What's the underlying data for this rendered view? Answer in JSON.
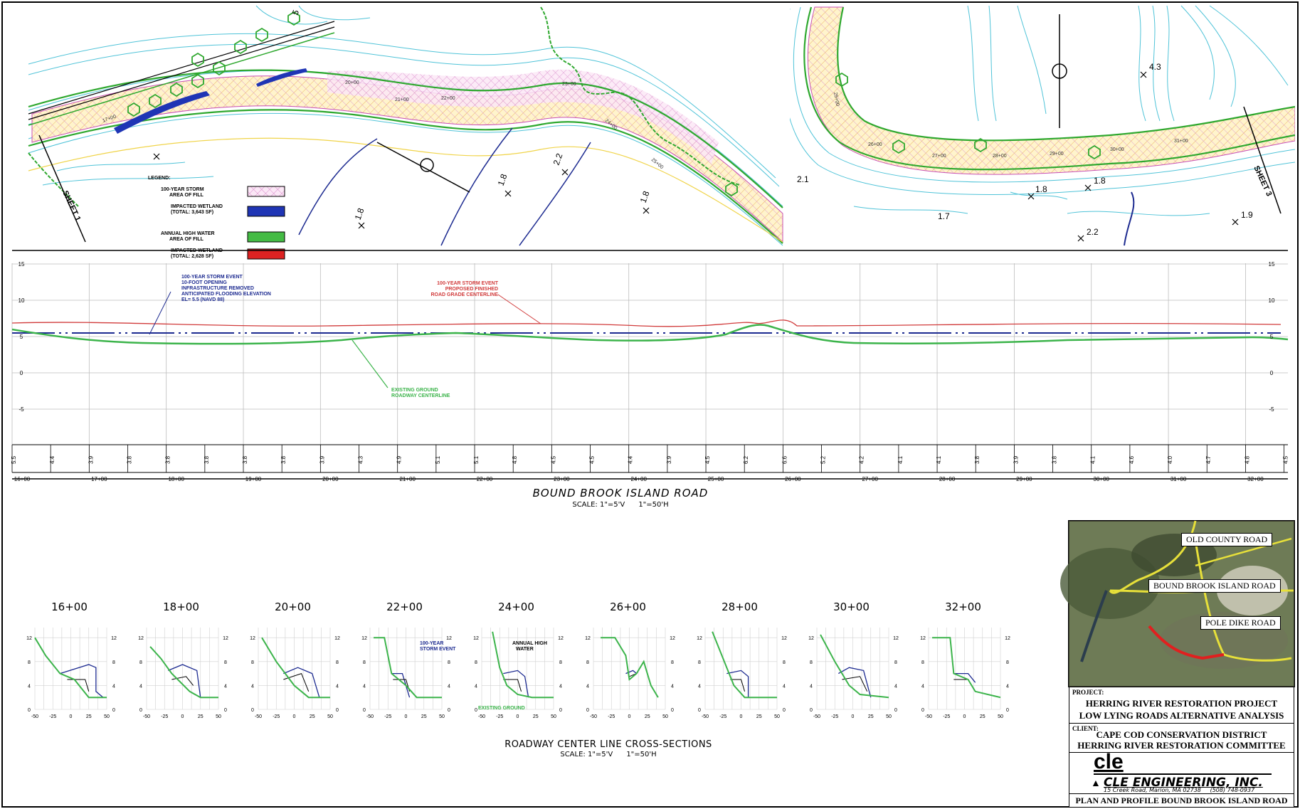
{
  "plan": {
    "left_sheet_label": "SHEET 1",
    "right_sheet_label": "SHEET 3",
    "spots_left": [
      "1.8",
      "1.8",
      "2.2",
      "1.8",
      "5"
    ],
    "spots_right": [
      "4.3",
      "2.1",
      "1.8",
      "1.8",
      "1.7",
      "2.2",
      "1.9"
    ],
    "stations_left": [
      "17+00",
      "20+00",
      "21+00",
      "22+00",
      "23+00",
      "24+00",
      "25+00"
    ],
    "stations_right": [
      "25+00",
      "26+00",
      "27+00",
      "28+00",
      "29+00",
      "30+00",
      "31+00"
    ]
  },
  "legend": {
    "title": "LEGEND:",
    "items": [
      {
        "label": "100-YEAR STORM\nAREA OF FILL",
        "color": "#e8a6d8"
      },
      {
        "label": "IMPACTED WETLAND\n(TOTAL: 3,643 SF)",
        "color": "#2233aa"
      },
      {
        "label": "ANNUAL HIGH WATER\nAREA OF FILL",
        "color": "#44bb44"
      },
      {
        "label": "IMPACTED WETLAND\n(TOTAL: 2,628 SF)",
        "color": "#dd2222"
      }
    ]
  },
  "profile": {
    "title": "BOUND BROOK ISLAND ROAD",
    "scale": "SCALE: 1\"=5'V      1\"=50'H",
    "y_ticks": [
      "15",
      "10",
      "5",
      "0",
      "-5"
    ],
    "note_blue": "100-YEAR STORM EVENT\n10-FOOT OPENING\nINFRASTRUCTURE REMOVED\nANTICIPATED FLOODING ELEVATION\nEL= 5.5 (NAVD 88)",
    "note_red": "100-YEAR STORM EVENT\nPROPOSED FINISHED\nROAD GRADE CENTERLINE",
    "note_green": "EXISTING GROUND\nROADWAY CENTERLINE",
    "stations": [
      "16+00",
      "17+00",
      "18+00",
      "19+00",
      "20+00",
      "21+00",
      "22+00",
      "23+00",
      "24+00",
      "25+00",
      "26+00",
      "27+00",
      "28+00",
      "29+00",
      "30+00",
      "31+00",
      "32+00"
    ],
    "elevations": [
      "5.5",
      "4.4",
      "3.9",
      "3.8",
      "3.8",
      "3.8",
      "3.8",
      "3.8",
      "3.9",
      "4.3",
      "4.9",
      "5.1",
      "5.1",
      "4.8",
      "4.5",
      "4.5",
      "4.4",
      "3.9",
      "4.5",
      "6.2",
      "6.6",
      "5.2",
      "4.2",
      "4.1",
      "4.1",
      "3.8",
      "3.9",
      "3.8",
      "4.1",
      "4.6",
      "4.0",
      "4.7",
      "4.8",
      "4.5"
    ]
  },
  "sections": {
    "title": "ROADWAY CENTER LINE CROSS-SECTIONS",
    "scale": "SCALE: 1\"=5'V      1\"=50'H",
    "stations": [
      "16+00",
      "18+00",
      "20+00",
      "22+00",
      "24+00",
      "26+00",
      "28+00",
      "30+00",
      "32+00"
    ],
    "y_ticks": [
      "12",
      "8",
      "4",
      "0"
    ],
    "x_ticks": [
      "-50",
      "-25",
      "0",
      "25",
      "50"
    ],
    "note_storm": "100-YEAR\nSTORM EVENT",
    "note_water": "ANNUAL HIGH\nWATER",
    "note_ground": "EXISTING GROUND"
  },
  "locus": {
    "labels": [
      "OLD COUNTY ROAD",
      "BOUND BROOK ISLAND ROAD",
      "POLE DIKE ROAD"
    ]
  },
  "title_block": {
    "project_tag": "PROJECT:",
    "project_line1": "HERRING RIVER RESTORATION PROJECT",
    "project_line2": "LOW LYING ROADS ALTERNATIVE ANALYSIS",
    "client_tag": "CLIENT:",
    "client_line1": "CAPE COD CONSERVATION DISTRICT",
    "client_line2": "HERRING RIVER RESTORATION COMMITTEE",
    "logo": "cle",
    "firm": "CLE ENGINEERING, INC.",
    "firm_address": "15 Creek Road, Marion, MA 02738     (508) 748-0937",
    "sheet_title": "PLAN AND PROFILE BOUND BROOK ISLAND ROAD"
  }
}
